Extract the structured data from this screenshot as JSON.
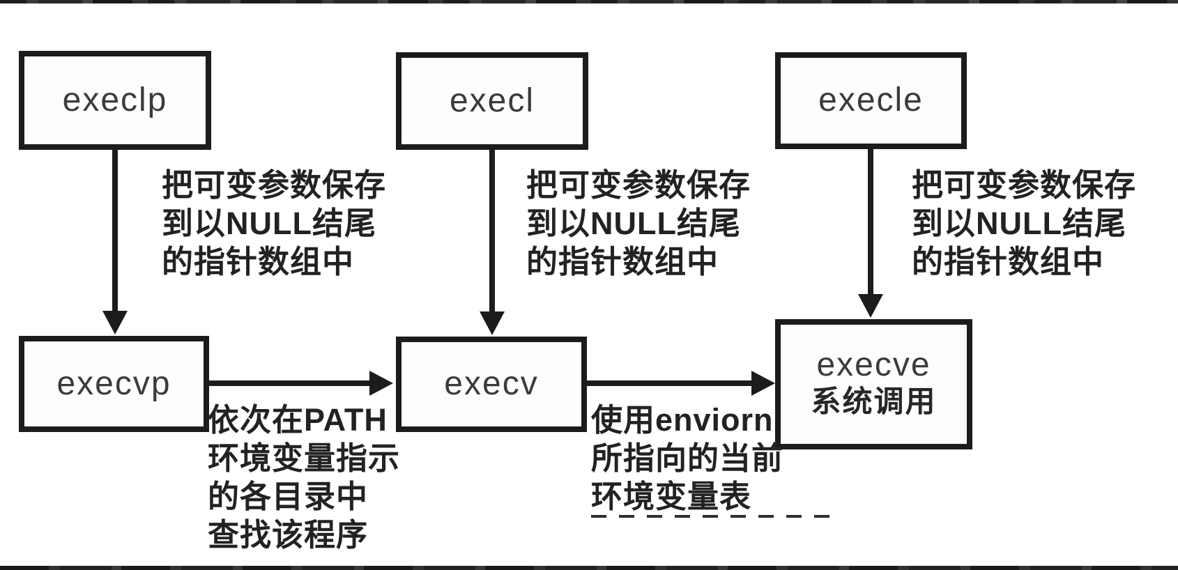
{
  "diagram": {
    "colors": {
      "line": "#1c1c1c",
      "node_label": "#3b3b3b",
      "annotation_text": "#222222",
      "background": "#ffffff"
    },
    "nodes": {
      "execlp": {
        "label": "execlp"
      },
      "execl": {
        "label": "execl"
      },
      "execle": {
        "label": "execle"
      },
      "execvp": {
        "label": "execvp"
      },
      "execv": {
        "label": "execv"
      },
      "execve": {
        "label": "execve",
        "sublabel": "系统调用"
      }
    },
    "annotations": {
      "save_args": "把可变参数保存\n到以NULL结尾\n的指针数组中",
      "path_search": "依次在PATH\n环境变量指示\n的各目录中\n查找该程序",
      "environ_use": "使用enviorn\n所指向的当前\n环境变量表"
    }
  }
}
